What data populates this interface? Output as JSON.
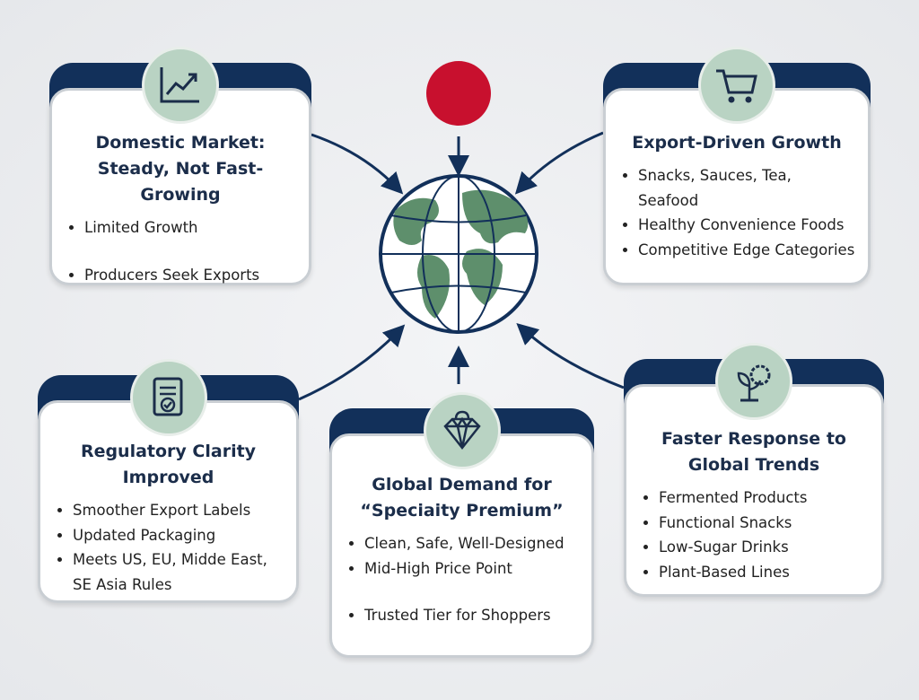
{
  "colors": {
    "navy": "#12305a",
    "icon_bg": "#b9d3c3",
    "red_dot": "#c8102e",
    "globe_land": "#5e8f6c"
  },
  "cards": [
    {
      "icon": "line-chart-icon",
      "title": [
        "Domestic Market:",
        "Steady, Not Fast-Growing"
      ],
      "bullets": [
        "Limited Growth",
        "Producers Seek Exports"
      ]
    },
    {
      "icon": "shopping-cart-icon",
      "title": [
        "Export-Driven Growth"
      ],
      "bullets": [
        "Snacks, Sauces, Tea, Seafood",
        "Healthy Convenience Foods",
        "Competitive Edge Categories"
      ]
    },
    {
      "icon": "document-check-icon",
      "title": [
        "Regulatory Clarity",
        "Improved"
      ],
      "bullets": [
        "Smoother Export Labels",
        "Updated Packaging",
        "Meets US, EU, Midde East, SE Asia Rules"
      ]
    },
    {
      "icon": "diamond-bag-icon",
      "title": [
        "Global Demand for",
        "“Speciaity Premium”"
      ],
      "bullets": [
        "Clean, Safe, Well-Designed",
        "Mid-High Price Point",
        "Trusted Tier for Shoppers"
      ]
    },
    {
      "icon": "plant-gear-icon",
      "title": [
        "Faster Response to",
        "Global Trends"
      ],
      "bullets": [
        "Fermented Products",
        "Functional Snacks",
        "Low-Sugar Drinks",
        "Plant-Based Lines"
      ]
    }
  ]
}
